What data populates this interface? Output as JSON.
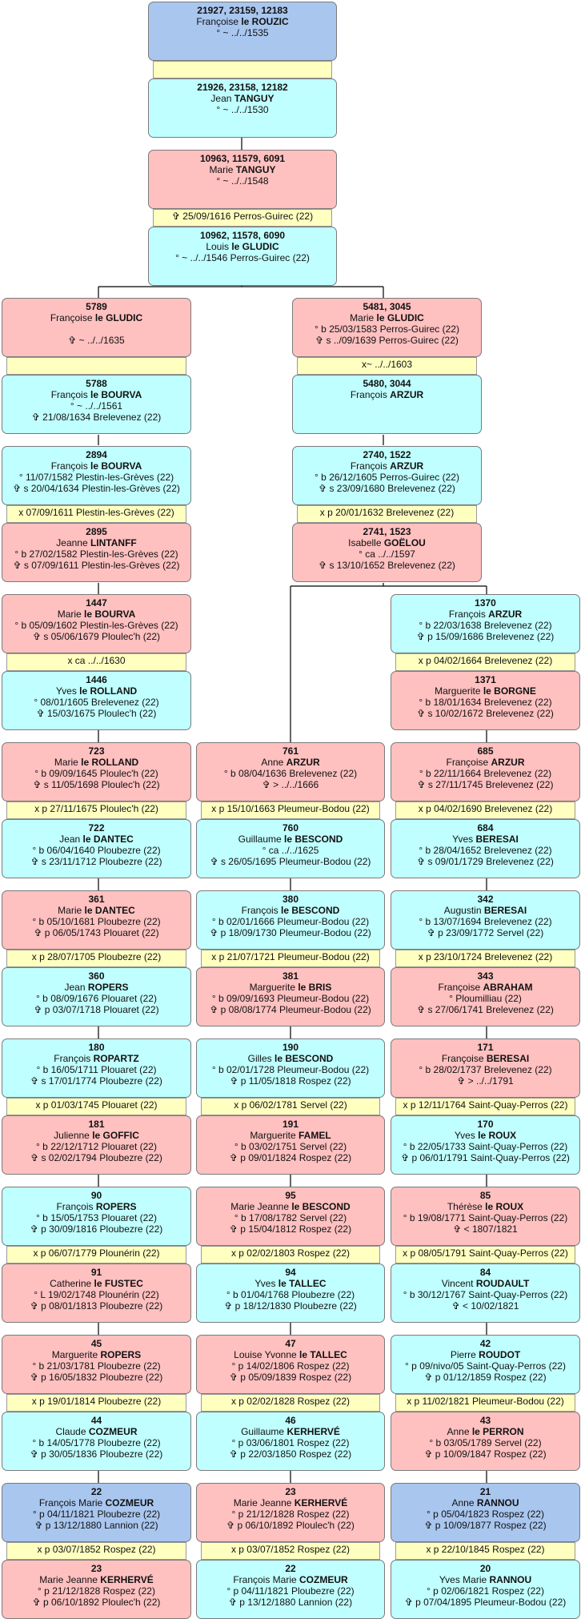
{
  "colors": {
    "female": "#ffc0c0",
    "male": "#c0ffff",
    "focus": "#a9c6ef",
    "marriage": "#ffffc0",
    "border": "#7a7a7a"
  },
  "chain_top": [
    {
      "id": "21927, 23159, 12183",
      "first": "Françoise",
      "last": "le ROUZIC",
      "lines": [
        "° ~ ../../1535"
      ],
      "sex": "fb"
    },
    {
      "marriage": ""
    },
    {
      "id": "21926, 23158, 12182",
      "first": "Jean",
      "last": "TANGUY",
      "lines": [
        "° ~ ../../1530"
      ],
      "sex": "m"
    },
    {
      "id": "10963, 11579, 6091",
      "first": "Marie",
      "last": "TANGUY",
      "lines": [
        "° ~ ../../1548"
      ],
      "sex": "f"
    },
    {
      "marriage": "✞ 25/09/1616 Perros-Guirec (22)"
    },
    {
      "id": "10962, 11578, 6090",
      "first": "Louis",
      "last": "le GLUDIC",
      "lines": [
        "° ~ ../../1546 Perros-Guirec (22)"
      ],
      "sex": "m"
    }
  ],
  "col1": [
    {
      "id": "5789",
      "first": "Françoise",
      "last": "le GLUDIC",
      "lines": [
        "",
        "✞ ~ ../../1635"
      ],
      "sex": "f"
    },
    {
      "marriage": ""
    },
    {
      "id": "5788",
      "first": "François",
      "last": "le BOURVA",
      "lines": [
        "° ~ ../../1561",
        "✞ 21/08/1634 Brelevenez (22)"
      ],
      "sex": "m"
    },
    {
      "id": "2894",
      "first": "François",
      "last": "le BOURVA",
      "lines": [
        "° 11/07/1582 Plestin-les-Grèves (22)",
        "✞ s 20/04/1634 Plestin-les-Grèves (22)"
      ],
      "sex": "m"
    },
    {
      "marriage": "x 07/09/1611 Plestin-les-Grèves (22)"
    },
    {
      "id": "2895",
      "first": "Jeanne",
      "last": "LINTANFF",
      "lines": [
        "° b 27/02/1582 Plestin-les-Grèves (22)",
        "✞ s 07/09/1611 Plestin-les-Grèves (22)"
      ],
      "sex": "f"
    },
    {
      "id": "1447",
      "first": "Marie",
      "last": "le BOURVA",
      "lines": [
        "° b 05/09/1602 Plestin-les-Grèves (22)",
        "✞ s 05/06/1679 Ploulec'h (22)"
      ],
      "sex": "f"
    },
    {
      "marriage": "x ca ../../1630"
    },
    {
      "id": "1446",
      "first": "Yves",
      "last": "le ROLLAND",
      "lines": [
        "° 08/01/1605 Brelevenez (22)",
        "✞ 15/03/1675 Ploulec'h (22)"
      ],
      "sex": "m"
    },
    {
      "id": "723",
      "first": "Marie",
      "last": "le ROLLAND",
      "lines": [
        "° b 09/09/1645 Ploulec'h (22)",
        "✞ s 11/05/1698 Ploulec'h (22)"
      ],
      "sex": "f"
    },
    {
      "marriage": "x p 27/11/1675 Ploulec'h (22)"
    },
    {
      "id": "722",
      "first": "Jean",
      "last": "le DANTEC",
      "lines": [
        "° b 06/04/1640 Ploubezre (22)",
        "✞ s 23/11/1712 Ploubezre (22)"
      ],
      "sex": "m"
    },
    {
      "id": "361",
      "first": "Marie",
      "last": "le DANTEC",
      "lines": [
        "° b 05/10/1681 Ploubezre (22)",
        "✞ p 06/05/1743 Plouaret (22)"
      ],
      "sex": "f"
    },
    {
      "marriage": "x p 28/07/1705 Ploubezre (22)"
    },
    {
      "id": "360",
      "first": "Jean",
      "last": "ROPERS",
      "lines": [
        "° b 08/09/1676 Plouaret (22)",
        "✞ p 03/07/1718 Plouaret (22)"
      ],
      "sex": "m"
    },
    {
      "id": "180",
      "first": "François",
      "last": "ROPARTZ",
      "lines": [
        "° b 16/05/1711 Plouaret (22)",
        "✞ s 17/01/1774 Ploubezre (22)"
      ],
      "sex": "m"
    },
    {
      "marriage": "x p 01/03/1745 Plouaret (22)"
    },
    {
      "id": "181",
      "first": "Julienne",
      "last": "le GOFFIC",
      "lines": [
        "° b 22/12/1712 Plouaret (22)",
        "✞ s 02/02/1794 Ploubezre (22)"
      ],
      "sex": "f"
    },
    {
      "id": "90",
      "first": "François",
      "last": "ROPERS",
      "lines": [
        "° b 15/05/1753 Plouaret (22)",
        "✞ p 30/09/1816 Ploubezre (22)"
      ],
      "sex": "m"
    },
    {
      "marriage": "x p 06/07/1779 Plounérin (22)"
    },
    {
      "id": "91",
      "first": "Catherine",
      "last": "le FUSTEC",
      "lines": [
        "° L 19/02/1748 Plounérin (22)",
        "✞ p 08/01/1813 Ploubezre (22)"
      ],
      "sex": "f"
    },
    {
      "id": "45",
      "first": "Marguerite",
      "last": "ROPERS",
      "lines": [
        "° b 21/03/1781 Ploubezre (22)",
        "✞ p 16/05/1832 Ploubezre (22)"
      ],
      "sex": "f"
    },
    {
      "marriage": "x p 19/01/1814 Ploubezre (22)"
    },
    {
      "id": "44",
      "first": "Claude",
      "last": "COZMEUR",
      "lines": [
        "° b 14/05/1778 Ploubezre (22)",
        "✞ p 30/05/1836 Ploubezre (22)"
      ],
      "sex": "m"
    },
    {
      "id": "22",
      "first": "François Marie",
      "last": "COZMEUR",
      "lines": [
        "° p 04/11/1821 Ploubezre (22)",
        "✞ p 13/12/1880 Lannion (22)"
      ],
      "sex": "fb"
    },
    {
      "marriage": "x p 03/07/1852 Rospez (22)"
    },
    {
      "id": "23",
      "first": "Marie Jeanne",
      "last": "KERHERVÉ",
      "lines": [
        "° p 21/12/1828 Rospez (22)",
        "✞ p 06/10/1892 Ploulec'h (22)"
      ],
      "sex": "f"
    }
  ],
  "col3_top": [
    {
      "id": "5481, 3045",
      "first": "Marie",
      "last": "le GLUDIC",
      "lines": [
        "° b 25/03/1583 Perros-Guirec (22)",
        "✞ s ../09/1639 Perros-Guirec (22)"
      ],
      "sex": "f"
    },
    {
      "marriage": "x~ ../../1603"
    },
    {
      "id": "5480, 3044",
      "first": "François",
      "last": "ARZUR",
      "lines": [],
      "sex": "m"
    },
    {
      "id": "2740, 1522",
      "first": "François",
      "last": "ARZUR",
      "lines": [
        "° b 26/12/1605 Perros-Guirec (22)",
        "✞ s 23/09/1680 Brelevenez (22)"
      ],
      "sex": "m"
    },
    {
      "marriage": "x p 20/01/1632 Brelevenez (22)"
    },
    {
      "id": "2741, 1523",
      "first": "Isabelle",
      "last": "GOËLOU",
      "lines": [
        "° ca ../../1597",
        "✞ s 13/10/1652 Brelevenez (22)"
      ],
      "sex": "f"
    }
  ],
  "col2": [
    {
      "id": "761",
      "first": "Anne",
      "last": "ARZUR",
      "lines": [
        "° b 08/04/1636 Brelevenez (22)",
        "✞ > ../../1666"
      ],
      "sex": "f"
    },
    {
      "marriage": "x p 15/10/1663 Pleumeur-Bodou (22)"
    },
    {
      "id": "760",
      "first": "Guillaume",
      "last": "le BESCOND",
      "lines": [
        "° ca ../../1625",
        "✞ s 26/05/1695 Pleumeur-Bodou (22)"
      ],
      "sex": "m"
    },
    {
      "id": "380",
      "first": "François",
      "last": "le BESCOND",
      "lines": [
        "° b 02/01/1666 Pleumeur-Bodou (22)",
        "✞ p 18/09/1730 Pleumeur-Bodou (22)"
      ],
      "sex": "m"
    },
    {
      "marriage": "x p 21/07/1721 Pleumeur-Bodou (22)"
    },
    {
      "id": "381",
      "first": "Marguerite",
      "last": "le BRIS",
      "lines": [
        "° b 09/09/1693 Pleumeur-Bodou (22)",
        "✞ p 08/08/1774 Pleumeur-Bodou (22)"
      ],
      "sex": "f"
    },
    {
      "id": "190",
      "first": "Gilles",
      "last": "le BESCOND",
      "lines": [
        "° b 02/01/1728 Pleumeur-Bodou (22)",
        "✞ p 11/05/1818 Rospez (22)"
      ],
      "sex": "m"
    },
    {
      "marriage": "x p 06/02/1781 Servel (22)"
    },
    {
      "id": "191",
      "first": "Marguerite",
      "last": "FAMEL",
      "lines": [
        "° b 03/02/1751 Servel (22)",
        "✞ p 09/01/1824 Rospez (22)"
      ],
      "sex": "f"
    },
    {
      "id": "95",
      "first": "Marie Jeanne",
      "last": "le BESCOND",
      "lines": [
        "° b 17/08/1782 Servel (22)",
        "✞ p 15/04/1812 Rospez (22)"
      ],
      "sex": "f"
    },
    {
      "marriage": "x p 02/02/1803 Rospez (22)"
    },
    {
      "id": "94",
      "first": "Yves",
      "last": "le TALLEC",
      "lines": [
        "° b 01/04/1768 Ploubezre (22)",
        "✞ p 18/12/1830 Ploubezre (22)"
      ],
      "sex": "m"
    },
    {
      "id": "47",
      "first": "Louise Yvonne",
      "last": "le TALLEC",
      "lines": [
        "° p 14/02/1806 Rospez (22)",
        "✞ p 05/09/1839 Rospez (22)"
      ],
      "sex": "f"
    },
    {
      "marriage": "x p 02/02/1828 Rospez (22)"
    },
    {
      "id": "46",
      "first": "Guillaume",
      "last": "KERHERVÉ",
      "lines": [
        "° p 03/06/1801 Rospez (22)",
        "✞ p 22/03/1850 Rospez (22)"
      ],
      "sex": "m"
    },
    {
      "id": "23",
      "first": "Marie Jeanne",
      "last": "KERHERVÉ",
      "lines": [
        "° p 21/12/1828 Rospez (22)",
        "✞ p 06/10/1892 Ploulec'h (22)"
      ],
      "sex": "f"
    },
    {
      "marriage": "x p 03/07/1852 Rospez (22)"
    },
    {
      "id": "22",
      "first": "François Marie",
      "last": "COZMEUR",
      "lines": [
        "° p 04/11/1821 Ploubezre (22)",
        "✞ p 13/12/1880 Lannion (22)"
      ],
      "sex": "m"
    }
  ],
  "col3": [
    {
      "id": "1370",
      "first": "François",
      "last": "ARZUR",
      "lines": [
        "° b 22/03/1638 Brelevenez (22)",
        "✞ p 15/09/1686 Brelevenez (22)"
      ],
      "sex": "m"
    },
    {
      "marriage": "x p 04/02/1664 Brelevenez (22)"
    },
    {
      "id": "1371",
      "first": "Marguerite",
      "last": "le BORGNE",
      "lines": [
        "° b 18/01/1634 Brelevenez (22)",
        "✞ s 10/02/1672 Brelevenez (22)"
      ],
      "sex": "f"
    },
    {
      "id": "685",
      "first": "Françoise",
      "last": "ARZUR",
      "lines": [
        "° b 22/11/1664 Brelevenez (22)",
        "✞ s 27/11/1745 Brelevenez (22)"
      ],
      "sex": "f"
    },
    {
      "marriage": "x p 04/02/1690 Brelevenez (22)"
    },
    {
      "id": "684",
      "first": "Yves",
      "last": "BERESAI",
      "lines": [
        "° b 28/04/1652 Brelevenez (22)",
        "✞ s 09/01/1729 Brelevenez (22)"
      ],
      "sex": "m"
    },
    {
      "id": "342",
      "first": "Augustin",
      "last": "BERESAI",
      "lines": [
        "° b 13/07/1694 Brelevenez (22)",
        "✞ p 23/09/1772 Servel (22)"
      ],
      "sex": "m"
    },
    {
      "marriage": "x p 23/10/1724 Brelevenez (22)"
    },
    {
      "id": "343",
      "first": "Françoise",
      "last": "ABRAHAM",
      "lines": [
        "° Ploumilliau (22)",
        "✞ s 27/06/1741 Brelevenez (22)"
      ],
      "sex": "f"
    },
    {
      "id": "171",
      "first": "Françoise",
      "last": "BERESAI",
      "lines": [
        "° b 28/02/1737 Brelevenez (22)",
        "✞ > ../../1791"
      ],
      "sex": "f"
    },
    {
      "marriage": "x p 12/11/1764 Saint-Quay-Perros (22)"
    },
    {
      "id": "170",
      "first": "Yves",
      "last": "le ROUX",
      "lines": [
        "° b 22/05/1733 Saint-Quay-Perros (22)",
        "✞ p 06/01/1791 Saint-Quay-Perros (22)"
      ],
      "sex": "m"
    },
    {
      "id": "85",
      "first": "Thérèse",
      "last": "le ROUX",
      "lines": [
        "° b 19/08/1771 Saint-Quay-Perros (22)",
        "✞ < 1807/1821"
      ],
      "sex": "f"
    },
    {
      "marriage": "x p 08/05/1791 Saint-Quay-Perros (22)"
    },
    {
      "id": "84",
      "first": "Vincent",
      "last": "ROUDAULT",
      "lines": [
        "° b 30/12/1767 Saint-Quay-Perros (22)",
        "✞ < 10/02/1821"
      ],
      "sex": "m"
    },
    {
      "id": "42",
      "first": "Pierre",
      "last": "ROUDOT",
      "lines": [
        "° p 09/nivo/05 Saint-Quay-Perros (22)",
        "✞ p 01/12/1859 Rospez (22)"
      ],
      "sex": "m"
    },
    {
      "marriage": "x p 11/02/1821 Pleumeur-Bodou (22)"
    },
    {
      "id": "43",
      "first": "Anne",
      "last": "le PERRON",
      "lines": [
        "° b 03/05/1789 Servel (22)",
        "✞ p 10/09/1847 Rospez (22)"
      ],
      "sex": "f"
    },
    {
      "id": "21",
      "first": "Anne",
      "last": "RANNOU",
      "lines": [
        "° p 05/04/1823 Rospez (22)",
        "✞ p 10/09/1877 Rospez (22)"
      ],
      "sex": "fb"
    },
    {
      "marriage": "x p 22/10/1845 Rospez (22)"
    },
    {
      "id": "20",
      "first": "Yves Marie",
      "last": "RANNOU",
      "lines": [
        "° p 02/06/1821 Rospez (22)",
        "✞ p 07/04/1895 Pleumeur-Bodou (22)"
      ],
      "sex": "m"
    }
  ]
}
